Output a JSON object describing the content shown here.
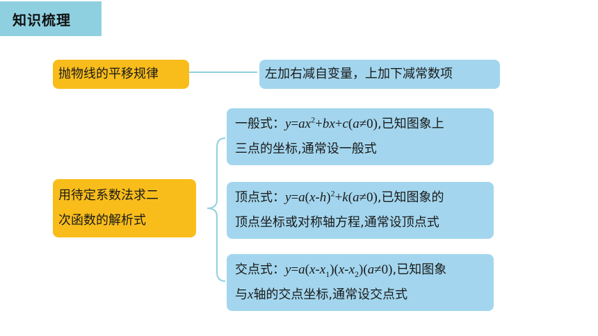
{
  "header": {
    "title": "知识梳理"
  },
  "translation_rule": {
    "label": "抛物线的平移规律",
    "content": "左加右减自变量，上加下减常数项"
  },
  "method": {
    "label_line1": "用待定系数法求二",
    "label_line2": "次函数的解析式"
  },
  "general_form": {
    "name": "一般式：",
    "formula": "y=ax²+bx+c(a≠0)",
    "condition_tail": ",已知图象上",
    "line2": "三点的坐标,通常设一般式"
  },
  "vertex_form": {
    "name": "顶点式：",
    "formula": "y=a(x-h)²+k(a≠0)",
    "condition_tail": ",已知图象的",
    "line2": "顶点坐标或对称轴方程,通常设顶点式"
  },
  "intercept_form": {
    "name": "交点式：",
    "formula": "y=a(x-x₁)(x-x₂)(a≠0)",
    "condition_tail": ",已知图象",
    "line2_prefix": "与",
    "line2_var": "x",
    "line2_rest": "轴的交点坐标,通常设交点式"
  },
  "colors": {
    "header_bg": "#8fd0e0",
    "orange": "#f9bd1b",
    "blue": "#a3d6ee",
    "connector": "#8fd0e0"
  }
}
